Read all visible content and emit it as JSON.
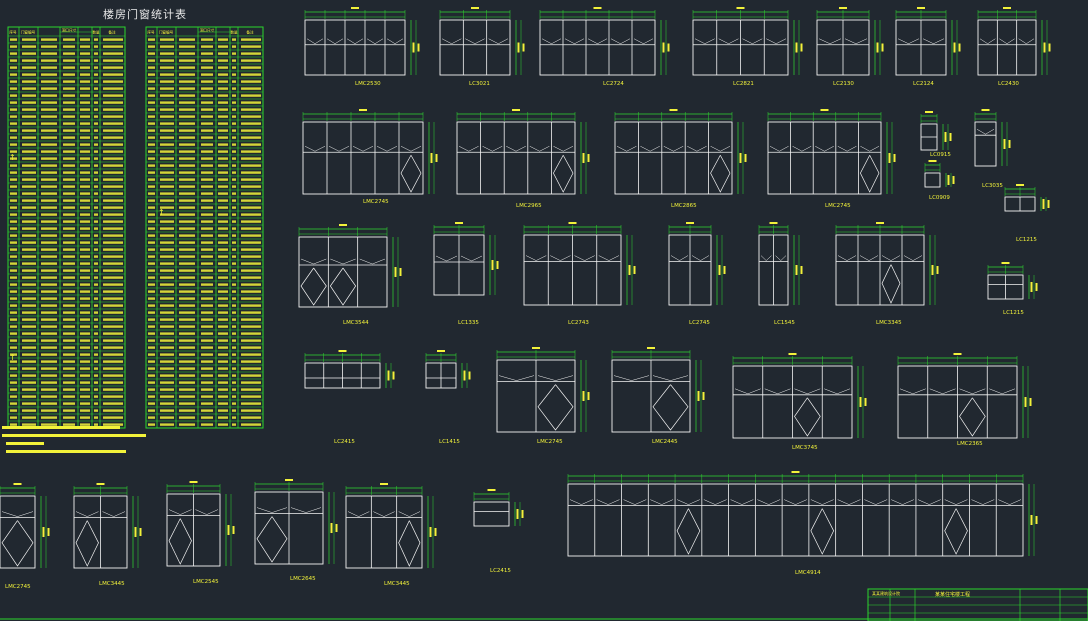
{
  "sheet_title": "楼房门窗统计表",
  "colors": {
    "background": "#212830",
    "table_lines": "#2cd62c",
    "table_text": "#f2f23a",
    "drawing_lines": "#f4f4f4",
    "dimension_lines": "#30d830",
    "dimension_text": "#f2f23a",
    "caption_text": "#f2f23a"
  },
  "table": {
    "left_header": [
      "序号",
      "门窗编号",
      "洞口尺寸",
      "",
      "数量",
      "备注"
    ],
    "right_header": [
      "序号",
      "门窗编号",
      "洞口尺寸",
      "",
      "数量",
      "备注"
    ],
    "row_count": 56
  },
  "window_labels": [
    "LMC2530",
    "LC3021",
    "LC2724",
    "LC2821",
    "LC2130",
    "LC2124",
    "LC2430",
    "LMC2745",
    "LMC2965",
    "LMC2865",
    "LMC2745",
    "LC0915",
    "LC0909",
    "LC3035",
    "LC1215",
    "LMC3544",
    "LC1335",
    "LC2743",
    "LC2745",
    "LC1545",
    "LMC3345",
    "LC1215",
    "LC2415",
    "LC1415",
    "LMC2745",
    "LMC2445",
    "LMC3745",
    "LMC2365",
    "LMC2745",
    "LMC3445",
    "LMC2545",
    "LMC2645",
    "LMC3445",
    "LC2415",
    "LMC4914"
  ],
  "title_block": {
    "company": "某某建筑设计院",
    "project": "某某住宅楼工程"
  }
}
